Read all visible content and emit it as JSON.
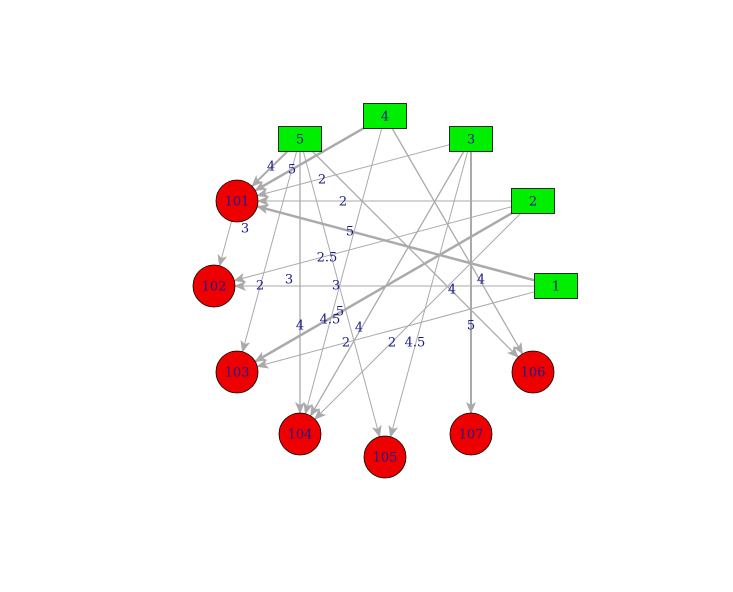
{
  "colors": {
    "source_fill": "#00ee00",
    "target_fill": "#ee0000",
    "edge": "#aaaaaa",
    "label": "#1a1a8c"
  },
  "graph": {
    "source_nodes": [
      {
        "id": "5",
        "label": "5"
      },
      {
        "id": "4",
        "label": "4"
      },
      {
        "id": "3",
        "label": "3"
      },
      {
        "id": "2",
        "label": "2"
      },
      {
        "id": "1",
        "label": "1"
      }
    ],
    "target_nodes": [
      {
        "id": "101",
        "label": "101"
      },
      {
        "id": "102",
        "label": "102"
      },
      {
        "id": "103",
        "label": "103"
      },
      {
        "id": "104",
        "label": "104"
      },
      {
        "id": "105",
        "label": "105"
      },
      {
        "id": "106",
        "label": "106"
      },
      {
        "id": "107",
        "label": "107"
      }
    ],
    "edges": [
      {
        "from": "4",
        "to": "101",
        "label": "4"
      },
      {
        "from": "5",
        "to": "101",
        "label": "5"
      },
      {
        "from": "3",
        "to": "101",
        "label": "2"
      },
      {
        "from": "2",
        "to": "101",
        "label": "2"
      },
      {
        "from": "1",
        "to": "101",
        "label": "5"
      },
      {
        "from": "101",
        "to": "102",
        "label": "3"
      },
      {
        "from": "2",
        "to": "102",
        "label": "2.5"
      },
      {
        "from": "1",
        "to": "102",
        "label": "2"
      },
      {
        "from": "5",
        "to": "103",
        "label": "3"
      },
      {
        "from": "2",
        "to": "103",
        "label": "4.5"
      },
      {
        "from": "1",
        "to": "103",
        "label": "4"
      },
      {
        "from": "5",
        "to": "104",
        "label": "4"
      },
      {
        "from": "4",
        "to": "104",
        "label": "3"
      },
      {
        "from": "3",
        "to": "104",
        "label": "5"
      },
      {
        "from": "2",
        "to": "104",
        "label": "2"
      },
      {
        "from": "5",
        "to": "105",
        "label": "2"
      },
      {
        "from": "3",
        "to": "105",
        "label": "4.5"
      },
      {
        "from": "5",
        "to": "106",
        "label": "4"
      },
      {
        "from": "4",
        "to": "106",
        "label": "4"
      },
      {
        "from": "3",
        "to": "107",
        "label": "5"
      }
    ]
  }
}
